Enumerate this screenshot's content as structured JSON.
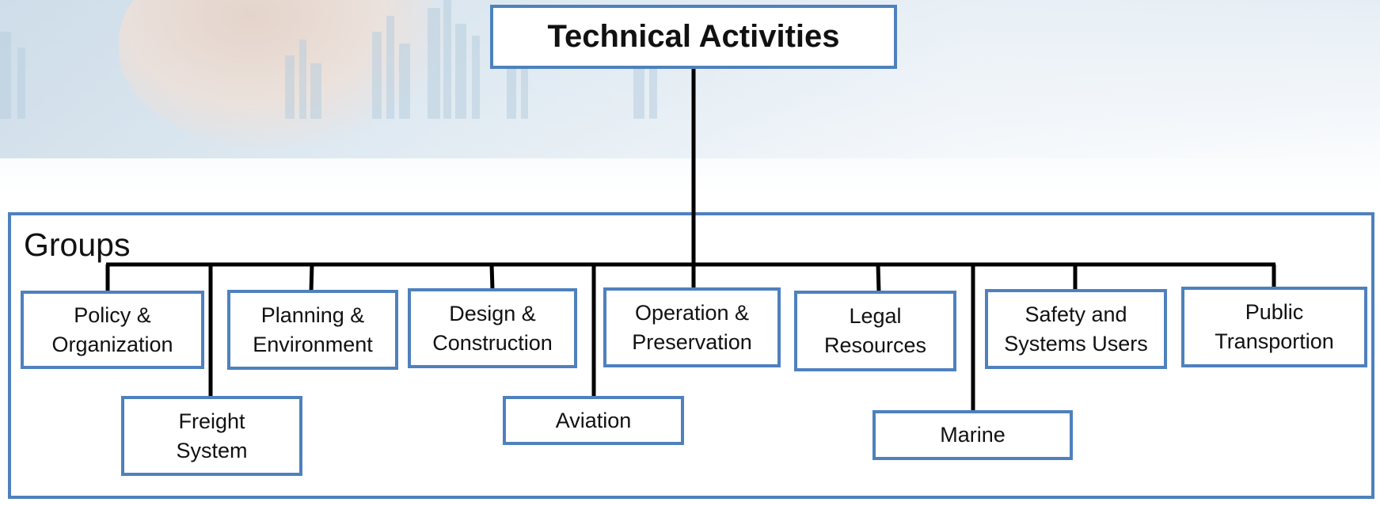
{
  "diagram": {
    "title": "Technical Activities",
    "group_label": "Groups",
    "nodes": {
      "policy": "Policy &\nOrganization",
      "freight": "Freight\nSystem",
      "planning": "Planning &\nEnvironment",
      "design": "Design &\nConstruction",
      "aviation": "Aviation",
      "operation": "Operation &\nPreservation",
      "legal": "Legal\nResources",
      "marine": "Marine",
      "safety": "Safety and\nSystems Users",
      "public": "Public\nTransportion"
    }
  },
  "colors": {
    "box_border": "#4e81bd",
    "connector": "#000000"
  }
}
